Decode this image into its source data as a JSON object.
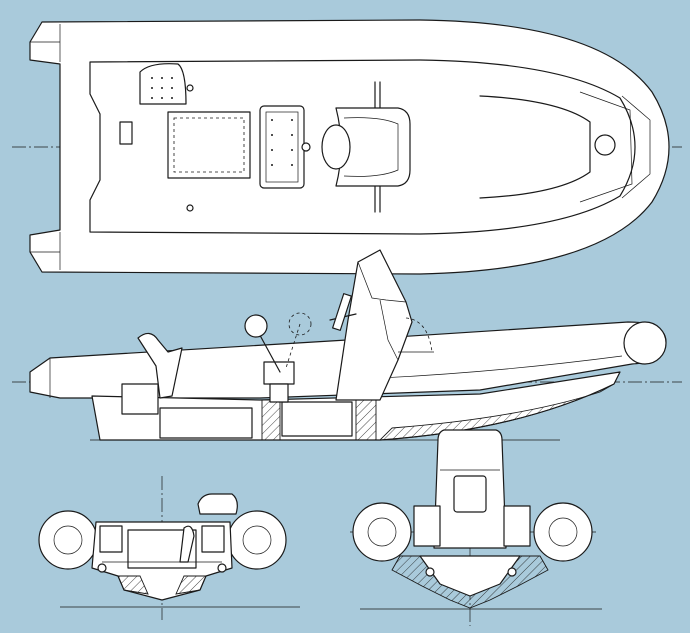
{
  "drawing": {
    "views": [
      "plan-view",
      "side-elevation",
      "stern-section",
      "bow-section"
    ],
    "colors": {
      "background": "#a9cadb",
      "line": "#1a1a1a",
      "fill": "#ffffff"
    }
  }
}
